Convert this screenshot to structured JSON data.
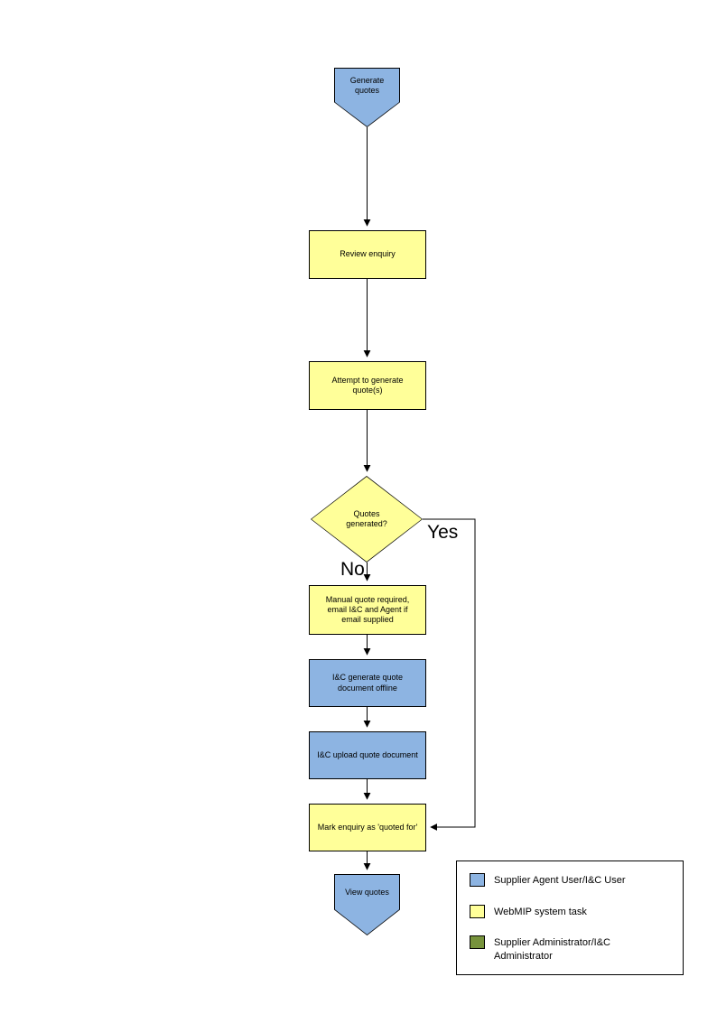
{
  "flowchart": {
    "nodes": {
      "start": {
        "label": "Generate quotes",
        "shape": "pentagon-down",
        "color": "#8db4e2"
      },
      "review": {
        "label": "Review enquiry",
        "shape": "rectangle",
        "color": "#ffff99"
      },
      "attempt": {
        "label": "Attempt to generate quote(s)",
        "shape": "rectangle",
        "color": "#ffff99"
      },
      "decision": {
        "label": "Quotes generated?",
        "shape": "diamond",
        "color": "#ffff99"
      },
      "manual": {
        "label": "Manual quote required, email I&C and Agent if email supplied",
        "shape": "rectangle",
        "color": "#ffff99"
      },
      "offline": {
        "label": "I&C generate quote document offline",
        "shape": "rectangle",
        "color": "#8db4e2"
      },
      "upload": {
        "label": "I&C upload quote document",
        "shape": "rectangle",
        "color": "#8db4e2"
      },
      "mark": {
        "label": "Mark enquiry as 'quoted for'",
        "shape": "rectangle",
        "color": "#ffff99"
      },
      "end": {
        "label": "View quotes",
        "shape": "pentagon-down",
        "color": "#8db4e2"
      }
    },
    "edge_labels": {
      "yes": "Yes",
      "no": "No"
    }
  },
  "legend": {
    "items": [
      {
        "label": "Supplier Agent User/I&C User",
        "color": "#8db4e2"
      },
      {
        "label": "WebMIP system task",
        "color": "#ffff99"
      },
      {
        "label": "Supplier Administrator/I&C Administrator",
        "color": "#77933c"
      }
    ]
  }
}
